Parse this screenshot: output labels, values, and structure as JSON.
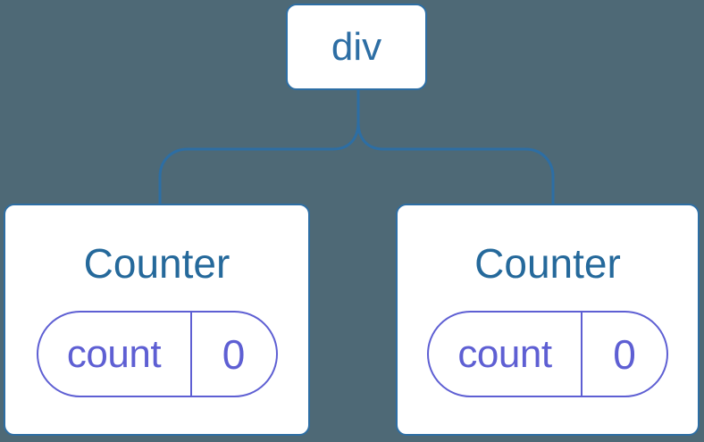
{
  "diagram": {
    "root": {
      "label": "div"
    },
    "children": [
      {
        "title": "Counter",
        "state": {
          "key": "count",
          "value": "0"
        }
      },
      {
        "title": "Counter",
        "state": {
          "key": "count",
          "value": "0"
        }
      }
    ]
  },
  "colors": {
    "background": "#4e6976",
    "tree_blue": "#2d6ea4",
    "component_title_blue": "#25699b",
    "state_purple": "#5e5fd3",
    "card_background": "#ffffff"
  }
}
